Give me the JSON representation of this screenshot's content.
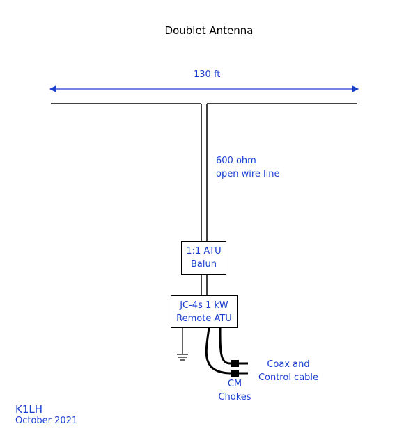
{
  "title": "Doublet Antenna",
  "span_label": "130 ft",
  "feedline": {
    "line1": "600 ohm",
    "line2": "open wire line"
  },
  "balun": {
    "line1": "1:1 ATU",
    "line2": "Balun"
  },
  "atu": {
    "line1": "JC-4s 1 kW",
    "line2": "Remote ATU"
  },
  "cable_label": {
    "line1": "Coax and",
    "line2": "Control cable"
  },
  "chokes_label": {
    "line1": "CM",
    "line2": "Chokes"
  },
  "signature": {
    "callsign": "K1LH",
    "date": "October 2021"
  },
  "colors": {
    "label_blue": "#1a3fd0",
    "line": "#000000"
  }
}
